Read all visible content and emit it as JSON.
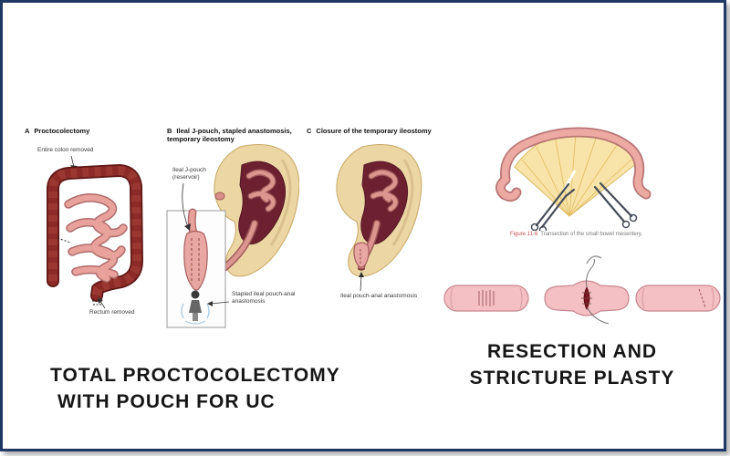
{
  "colors": {
    "border": "#1f3864",
    "caption_text": "#161616",
    "figure_number_red": "#c0504d",
    "colon_dark": "#8b2a26",
    "bowel_pink": "#e8a29b",
    "mesentery_yellow": "#f8e4a9"
  },
  "panels": {
    "a": {
      "letter": "A",
      "title": "Proctocolectomy",
      "label_top": "Entire colon removed",
      "label_bottom": "Rectum removed"
    },
    "b": {
      "letter": "B",
      "title": "Ileal J-pouch, stapled anastomosis, temporary ileostomy",
      "label_pouch": "Ileal J-pouch (reservoir)",
      "label_anastomosis": "Stapled ileal pouch-anal anastomosis"
    },
    "c": {
      "letter": "C",
      "title": "Closure of the temporary ileostomy",
      "label_anastomosis": "Ileal pouch-anal anastomosis"
    }
  },
  "figure_caption": {
    "number": "Figure 11-6",
    "text": "Transection of the small bowel mesentery."
  },
  "captions": {
    "left_line1": "TOTAL PROCTOCOLECTOMY",
    "left_line2": "WITH POUCH FOR UC",
    "right_line1": "RESECTION AND",
    "right_line2": "STRICTURE PLASTY"
  }
}
